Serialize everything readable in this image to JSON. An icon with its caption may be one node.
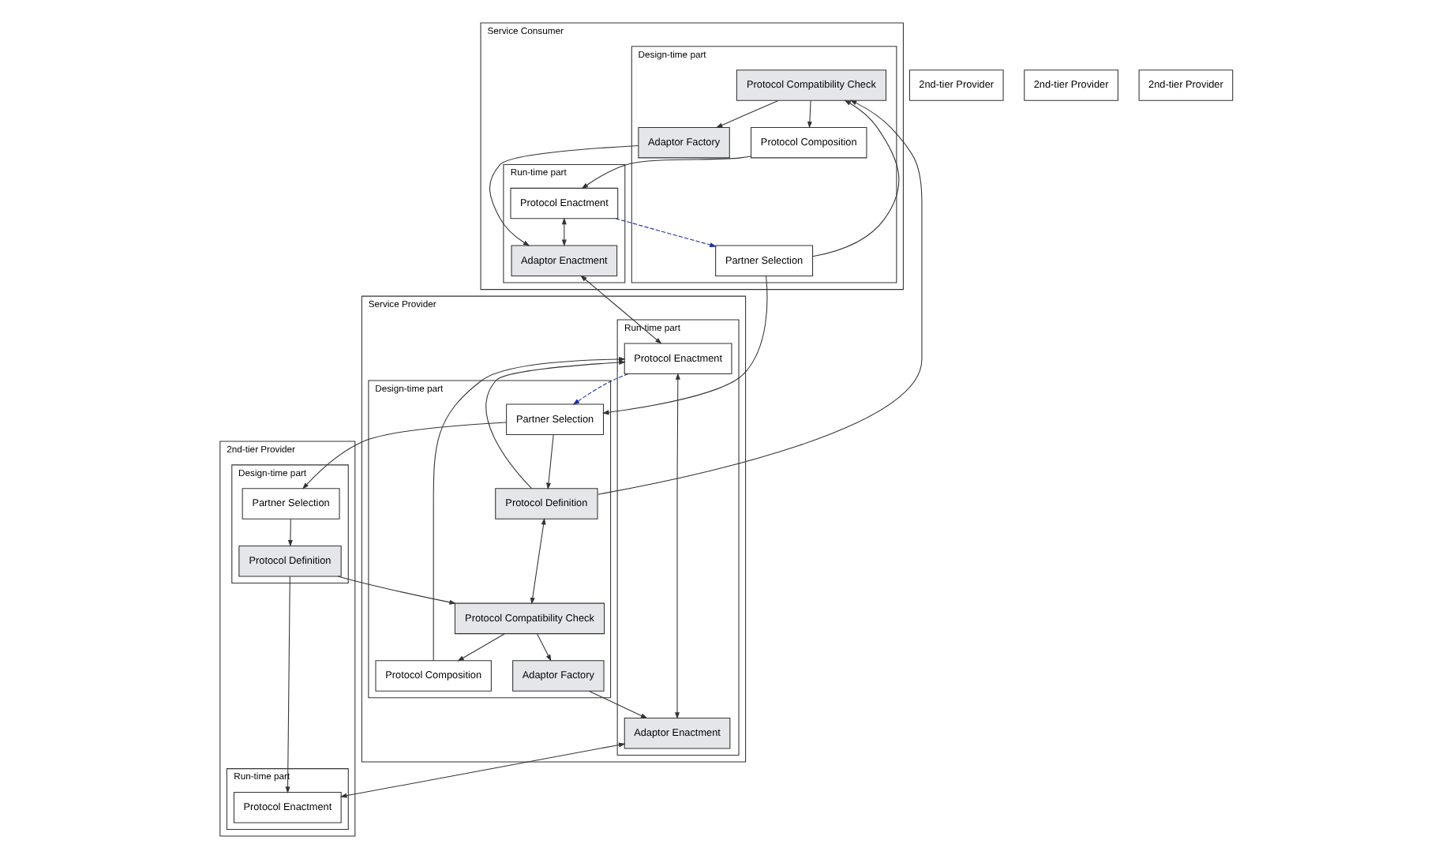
{
  "diagram": {
    "nodes": [
      {
        "text": [
          "Service Consumer"
        ]
      },
      {
        "text": [
          "Design-time part"
        ],
        "in": 0
      },
      {
        "text": [
          "Protocol Compatibility Check"
        ],
        "in": 1
      },
      {
        "text": [
          "Partner Selection"
        ],
        "in": 1
      },
      {
        "text": [
          "Adaptor Factory"
        ],
        "in": 1
      },
      {
        "text": [
          "Protocol Composition"
        ],
        "in": 1
      },
      {
        "text": [
          "Run-time part"
        ],
        "in": 0
      },
      {
        "text": [
          "Protocol Enactment"
        ],
        "in": 6
      },
      {
        "text": [
          "Adaptor Enactment"
        ],
        "in": 6
      },
      {
        "text": [
          "Service Provider"
        ]
      },
      {
        "text": [
          "Run-time part"
        ],
        "in": 9
      },
      {
        "text": [
          "Protocol Enactment"
        ],
        "in": 10
      },
      {
        "text": [
          "Adaptor Enactment"
        ],
        "in": 10
      },
      {
        "text": [
          "Design-time part"
        ],
        "in": 9
      },
      {
        "text": [
          "Partner Selection"
        ],
        "in": 13
      },
      {
        "text": [
          "Protocol Definition"
        ],
        "in": 13
      },
      {
        "text": [
          "Protocol Composition"
        ],
        "in": 13
      },
      {
        "text": [
          "Adaptor Factory"
        ],
        "in": 13
      },
      {
        "text": [
          "Protocol Compatibility Check"
        ],
        "in": 13
      },
      {
        "text": [
          "2nd-tier Provider"
        ]
      },
      {
        "text": [
          "Run-time part"
        ],
        "in": 19
      },
      {
        "text": [
          "Protocol Enactment"
        ],
        "in": 20
      },
      {
        "text": [
          "Design-time part"
        ],
        "in": 19
      },
      {
        "text": [
          "Partner Selection"
        ],
        "in": 22
      },
      {
        "text": [
          "Protocol Definition"
        ],
        "in": 22
      },
      {
        "text": [
          "2nd-tier Provider"
        ]
      },
      {
        "text": [
          "2nd-tier Provider"
        ]
      },
      {
        "text": [
          "2nd-tier Provider"
        ]
      }
    ],
    "edges": [
      {
        "from": 3,
        "to": 2,
        "arrow": "to"
      },
      {
        "from": 2,
        "to": 4,
        "arrow": "to"
      },
      {
        "from": 2,
        "to": 5,
        "arrow": "to"
      },
      {
        "from": 5,
        "to": 7,
        "arrow": "to"
      },
      {
        "from": 7,
        "to": 3,
        "arrow": "to",
        "style": "dashed",
        "color": "#1f2d9a"
      },
      {
        "from": 7,
        "to": 8,
        "arrow": "both"
      },
      {
        "from": 4,
        "to": 8,
        "arrow": "to"
      },
      {
        "from": 8,
        "to": 11,
        "arrow": "both"
      },
      {
        "from": 15,
        "to": 2,
        "arrow": "to"
      },
      {
        "from": 3,
        "to": 14,
        "arrow": "to"
      },
      {
        "from": 14,
        "to": 23,
        "arrow": "to"
      },
      {
        "from": 11,
        "to": 14,
        "arrow": "to",
        "style": "dashed",
        "color": "#1f2d9a"
      },
      {
        "from": 14,
        "to": 15,
        "arrow": "to"
      },
      {
        "from": 15,
        "to": 11,
        "arrow": "to"
      },
      {
        "from": 15,
        "to": 18,
        "arrow": "both"
      },
      {
        "from": 18,
        "to": 16,
        "arrow": "to"
      },
      {
        "from": 16,
        "to": 11,
        "arrow": "to"
      },
      {
        "from": 11,
        "to": 12,
        "arrow": "both"
      },
      {
        "from": 18,
        "to": 17,
        "arrow": "to"
      },
      {
        "from": 17,
        "to": 12,
        "arrow": "to"
      },
      {
        "from": 12,
        "to": 21,
        "arrow": "both"
      },
      {
        "from": 23,
        "to": 24,
        "arrow": "to"
      },
      {
        "from": 24,
        "to": 21,
        "arrow": "to"
      },
      {
        "from": 24,
        "to": 18,
        "arrow": "to"
      }
    ]
  }
}
